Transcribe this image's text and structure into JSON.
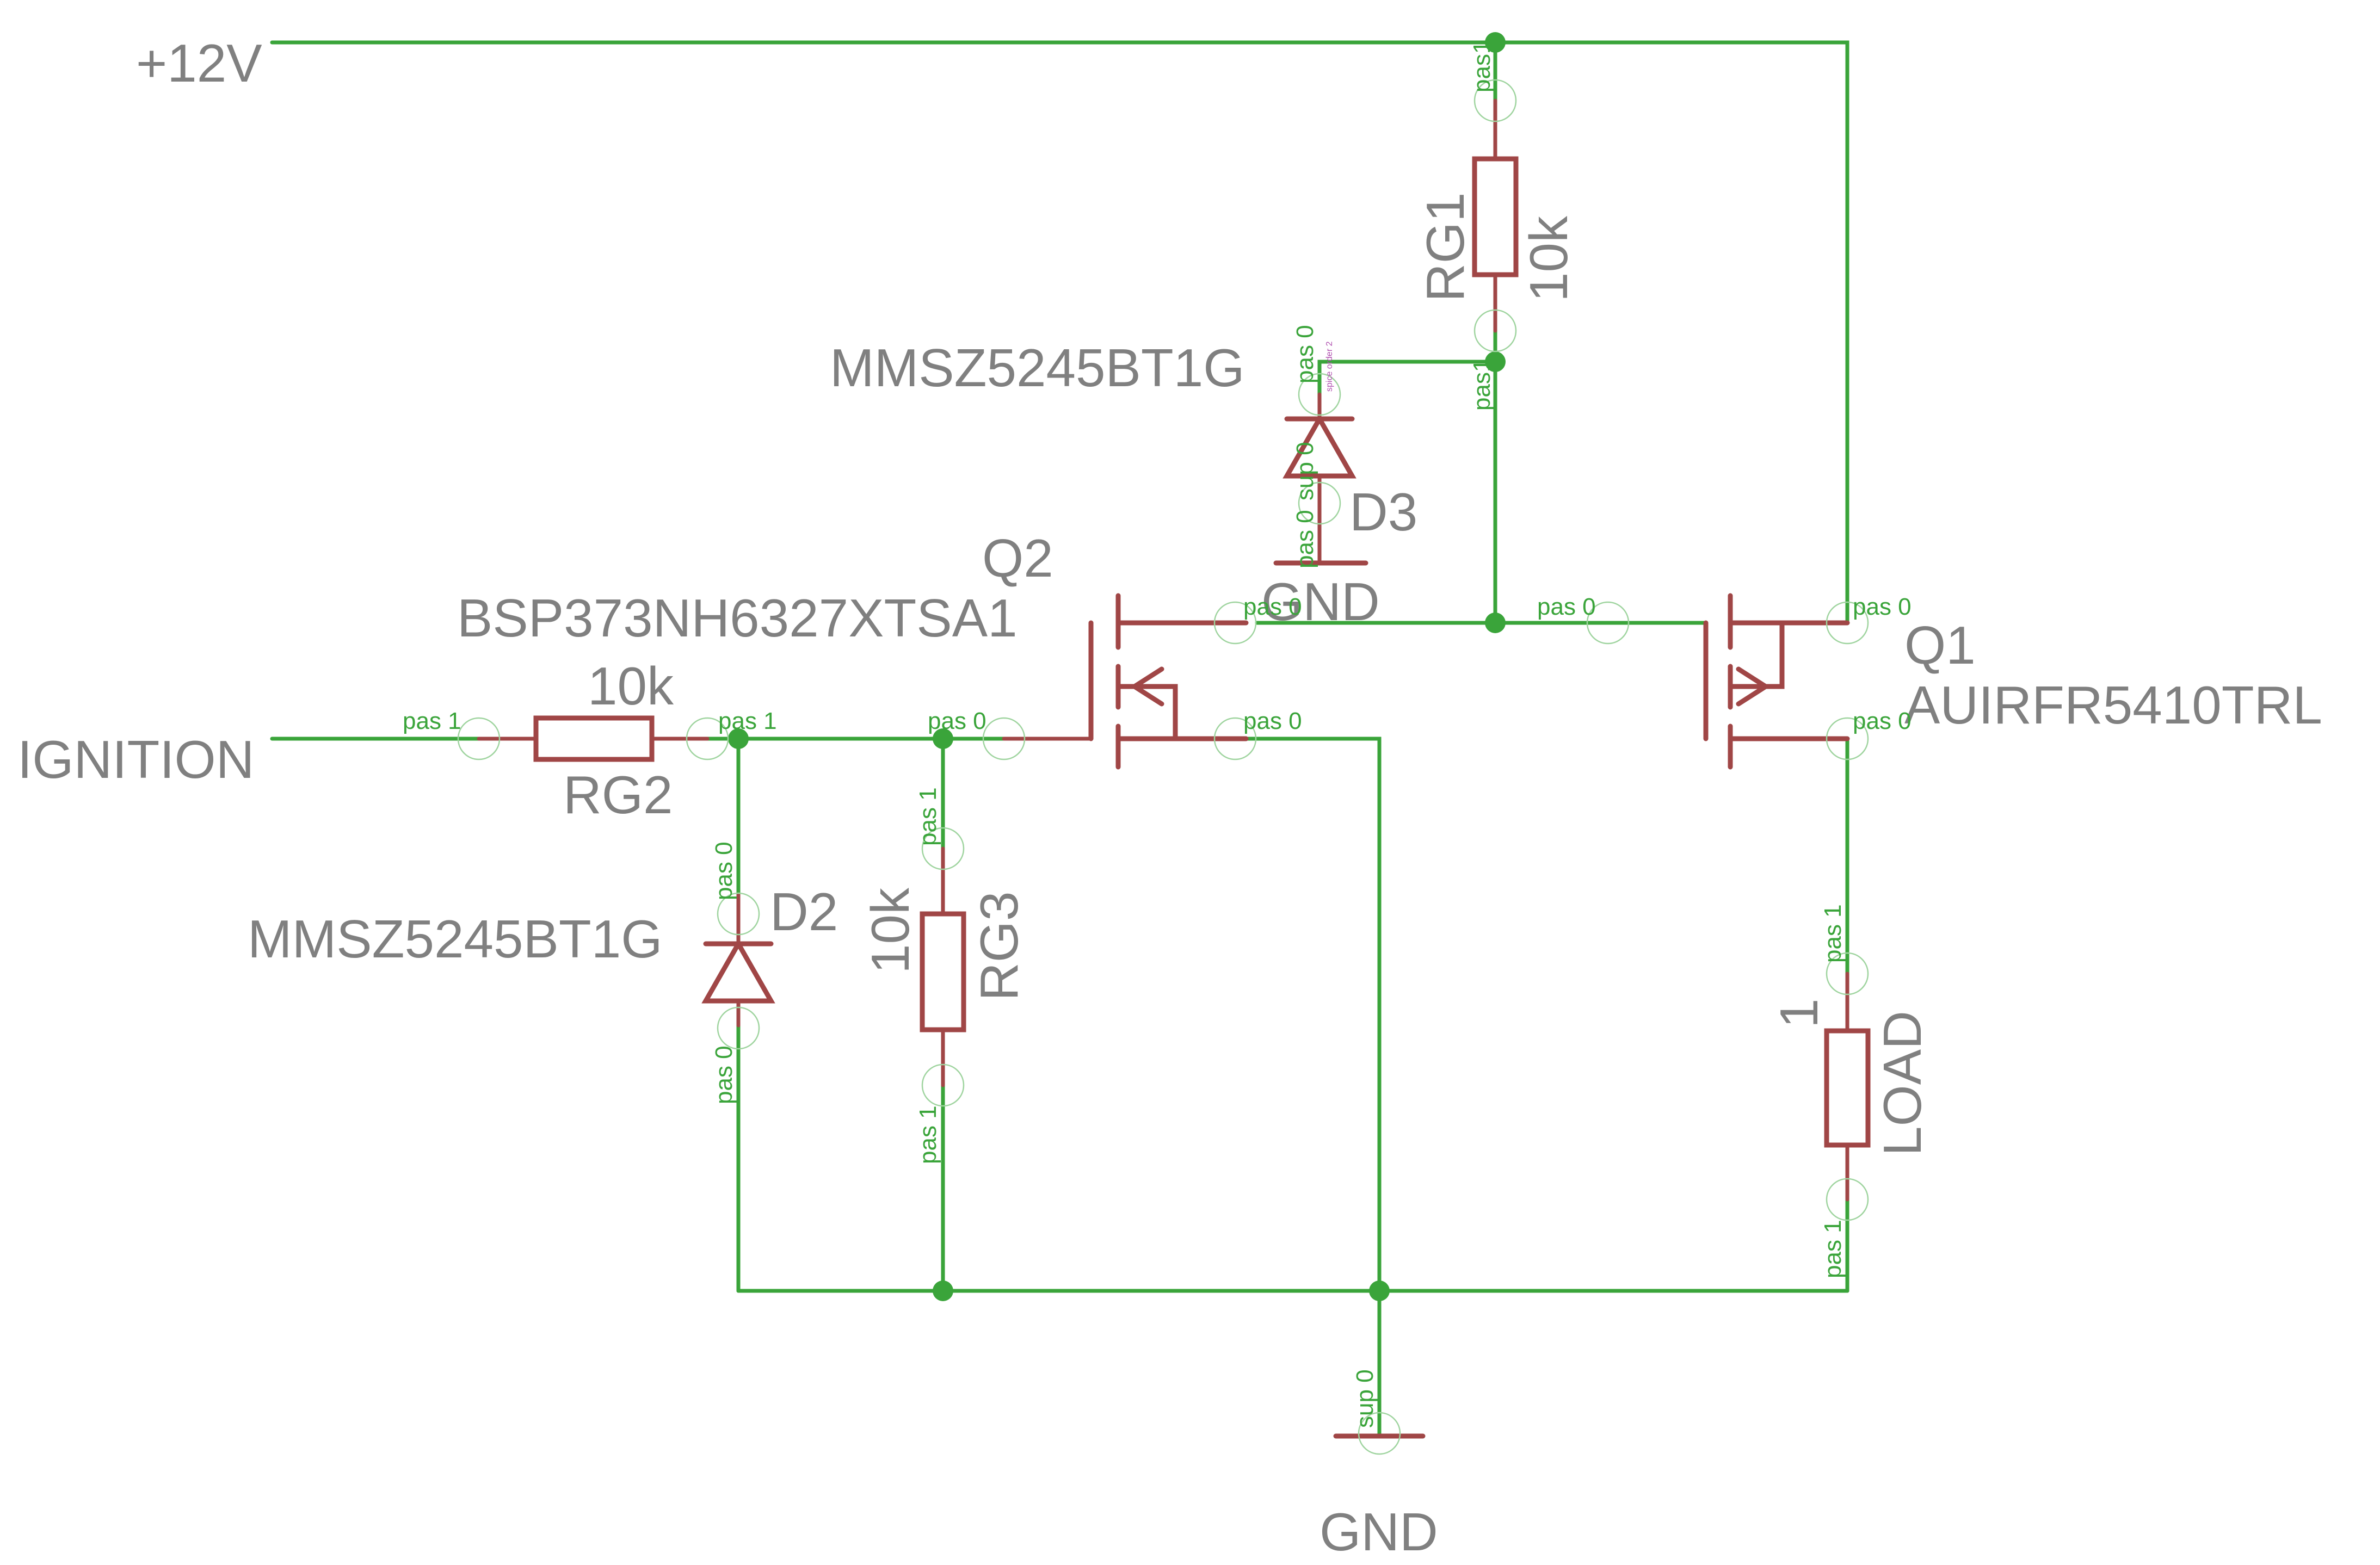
{
  "nets": {
    "supply": "+12V",
    "input": "IGNITION",
    "ground_bottom": "GND",
    "ground_d3": "GND"
  },
  "components": {
    "rg1": {
      "name": "RG1",
      "value": "10k"
    },
    "rg2": {
      "name": "RG2",
      "value": "10k"
    },
    "rg3": {
      "name": "RG3",
      "value": "10k"
    },
    "d2": {
      "name": "D2",
      "value": "MMSZ5245BT1G"
    },
    "d3": {
      "name": "D3",
      "value": "MMSZ5245BT1G"
    },
    "q1": {
      "name": "Q1",
      "value": "AUIRFR5410TRL"
    },
    "q2": {
      "name": "Q2",
      "value": "BSP373NH6327XTSA1"
    },
    "load": {
      "name": "LOAD",
      "value": "1"
    }
  },
  "pins": {
    "pas0": "pas 0",
    "pas1": "pas 1",
    "pas1_compact": "pas1",
    "sup0": "sup 0"
  },
  "colors": {
    "wire": "#3aa43a",
    "component": "#a04646",
    "label": "#808080"
  }
}
